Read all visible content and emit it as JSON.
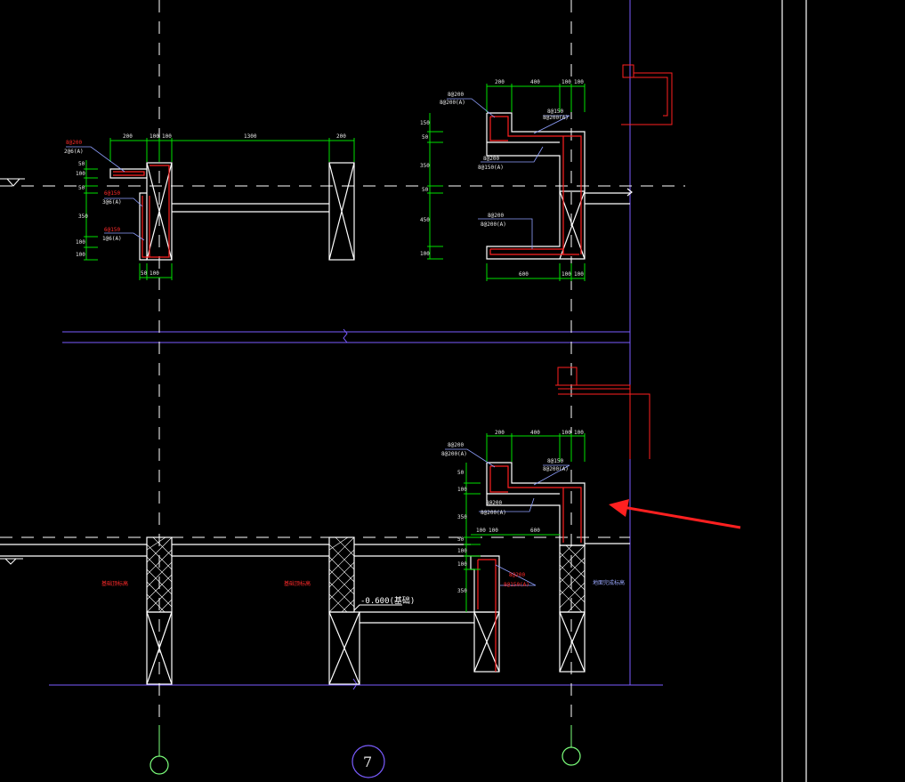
{
  "drawing": {
    "axis_label": "7",
    "elevation_label": "-0.600(基础)",
    "colors": {
      "background": "#000000",
      "outline": "#ffffff",
      "rebar": "#ff2020",
      "dimension": "#00e000",
      "leader": "#8fa0ff",
      "gridline": "#7a5cff",
      "axis": "#7bff7b",
      "arrow": "#ff2020"
    },
    "section_a": {
      "labels": [
        "8@200",
        "2@6(A)",
        "6@150",
        "3@6(A)",
        "6@150",
        "1@6(A)"
      ],
      "dims_top": [
        "200",
        "100",
        "100",
        "1300",
        "200"
      ],
      "dims_left": [
        "50",
        "100",
        "50",
        "350",
        "100",
        "100"
      ],
      "dims_bottom": [
        "50",
        "100"
      ]
    },
    "section_b": {
      "labels": [
        "8@200",
        "8@200(A)",
        "8@150",
        "8@200(A)",
        "8@200",
        "8@150(A)",
        "8@200",
        "8@200(A)"
      ],
      "dims_top": [
        "200",
        "400",
        "100",
        "100"
      ],
      "dims_left": [
        "150",
        "50",
        "350",
        "50",
        "450",
        "100"
      ],
      "dims_bottom": [
        "600",
        "100",
        "100"
      ]
    },
    "section_c": {
      "labels": [
        "8@200",
        "8@200(A)",
        "8@150",
        "8@200(A)",
        "8@200",
        "8@200(A)",
        "8@200",
        "8@150(A)"
      ],
      "dims_top": [
        "200",
        "400",
        "100",
        "100"
      ],
      "dims_left": [
        "50",
        "100",
        "350",
        "50",
        "100",
        "100",
        "350"
      ],
      "dims_mid": [
        "100",
        "100",
        "600"
      ],
      "notes": [
        "基础顶标高",
        "基础顶标高",
        "地面完成标高"
      ]
    }
  }
}
